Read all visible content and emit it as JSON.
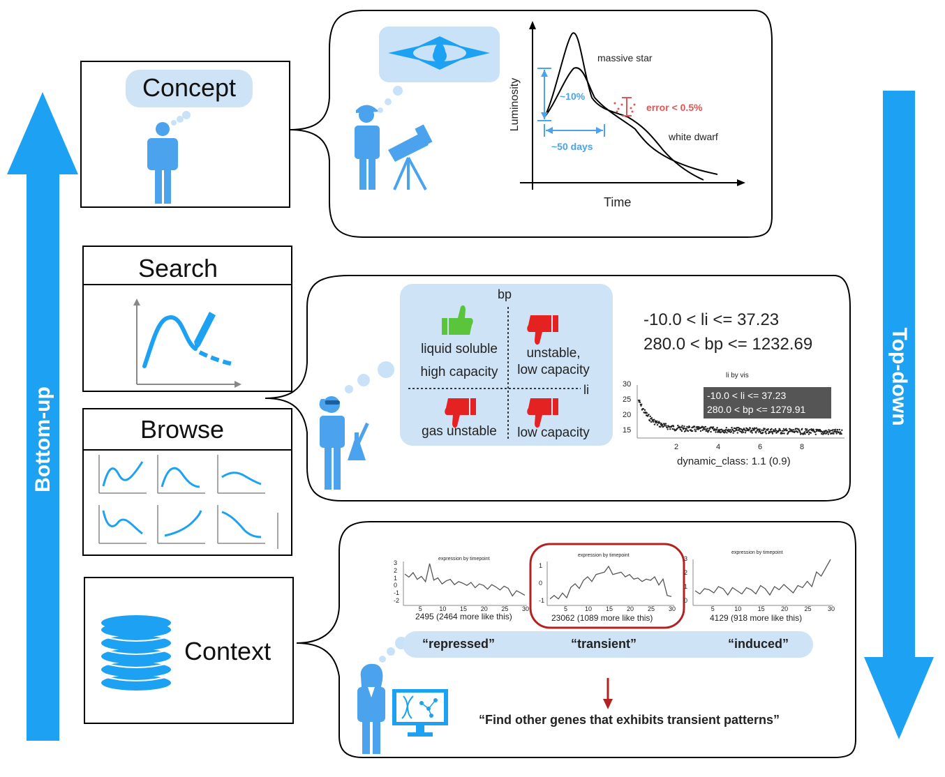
{
  "arrows": {
    "bottom_up": "Bottom-up",
    "top_down": "Top-down"
  },
  "levels": {
    "concept": "Concept",
    "search": "Search",
    "browse": "Browse",
    "context": "Context"
  },
  "concept_panel": {
    "xlabel": "Time",
    "ylabel": "Luminosity",
    "labels": {
      "massive_star": "massive star",
      "white_dwarf": "white dwarf",
      "rise": "~10%",
      "duration": "~50 days",
      "error": "error < 0.5%"
    }
  },
  "search_panel": {
    "axis_bp": "bp",
    "axis_li": "li",
    "q_tl_1": "liquid soluble",
    "q_tl_2": "high capacity",
    "q_tr_1": "unstable,",
    "q_tr_2": "low capacity",
    "q_bl": "gas unstable",
    "q_br": "low capacity",
    "range_1": "-10.0 < li <= 37.23",
    "range_2": "280.0 < bp <= 1232.69",
    "plot_title": "li by vis",
    "tooltip_1": "-10.0 < li <= 37.23",
    "tooltip_2": "280.0 < bp <= 1279.91",
    "caption": "dynamic_class: 1.1 (0.9)",
    "yticks": [
      "30",
      "25",
      "20",
      "15"
    ],
    "xticks": [
      "2",
      "4",
      "6",
      "8"
    ]
  },
  "context_panel": {
    "plot_title": "expression by timepoint",
    "xticks": [
      "5",
      "10",
      "15",
      "20",
      "25",
      "30"
    ],
    "plots": [
      {
        "caption": "2495 (2464 more like this)",
        "yticks": [
          "3",
          "2",
          "1",
          "0",
          "-1",
          "-2"
        ],
        "values": [
          1.6,
          1.2,
          1.8,
          0.9,
          1.3,
          0.6,
          3.0,
          0.8,
          1.1,
          0.3,
          0.7,
          0.9,
          0.2,
          0.6,
          0.4,
          0.1,
          0.5,
          -0.2,
          0.3,
          0.1,
          -0.4,
          0.2,
          -0.1,
          -0.5,
          0.0,
          -0.3,
          -1.3,
          -0.6,
          -0.9,
          -1.2
        ]
      },
      {
        "caption": "23062 (1089 more like this)",
        "yticks": [
          "1",
          "0",
          "-1"
        ],
        "values": [
          -1.3,
          -1.0,
          -1.3,
          -0.8,
          -1.2,
          -0.3,
          0.0,
          -0.4,
          0.3,
          0.6,
          0.2,
          0.8,
          0.9,
          1.0,
          1.5,
          0.8,
          0.9,
          1.0,
          0.6,
          0.8,
          0.4,
          0.5,
          0.2,
          0.4,
          0.3,
          0.6,
          -0.1,
          0.4,
          -1.0,
          -1.1
        ]
      },
      {
        "caption": "4129 (918 more like this)",
        "yticks": [
          "3",
          "2",
          "1",
          "0"
        ],
        "values": [
          0.0,
          -0.3,
          0.2,
          0.1,
          -0.2,
          0.4,
          0.2,
          -0.4,
          0.3,
          0.0,
          -0.3,
          0.3,
          0.1,
          -0.3,
          0.5,
          0.2,
          -0.4,
          0.4,
          0.1,
          0.6,
          0.2,
          -0.2,
          0.5,
          0.3,
          0.9,
          0.4,
          1.8,
          1.4,
          2.2,
          3.0
        ]
      }
    ],
    "tags": [
      "“repressed”",
      "“transient”",
      "“induced”"
    ],
    "query": "“Find other genes that exhibits transient patterns”"
  }
}
